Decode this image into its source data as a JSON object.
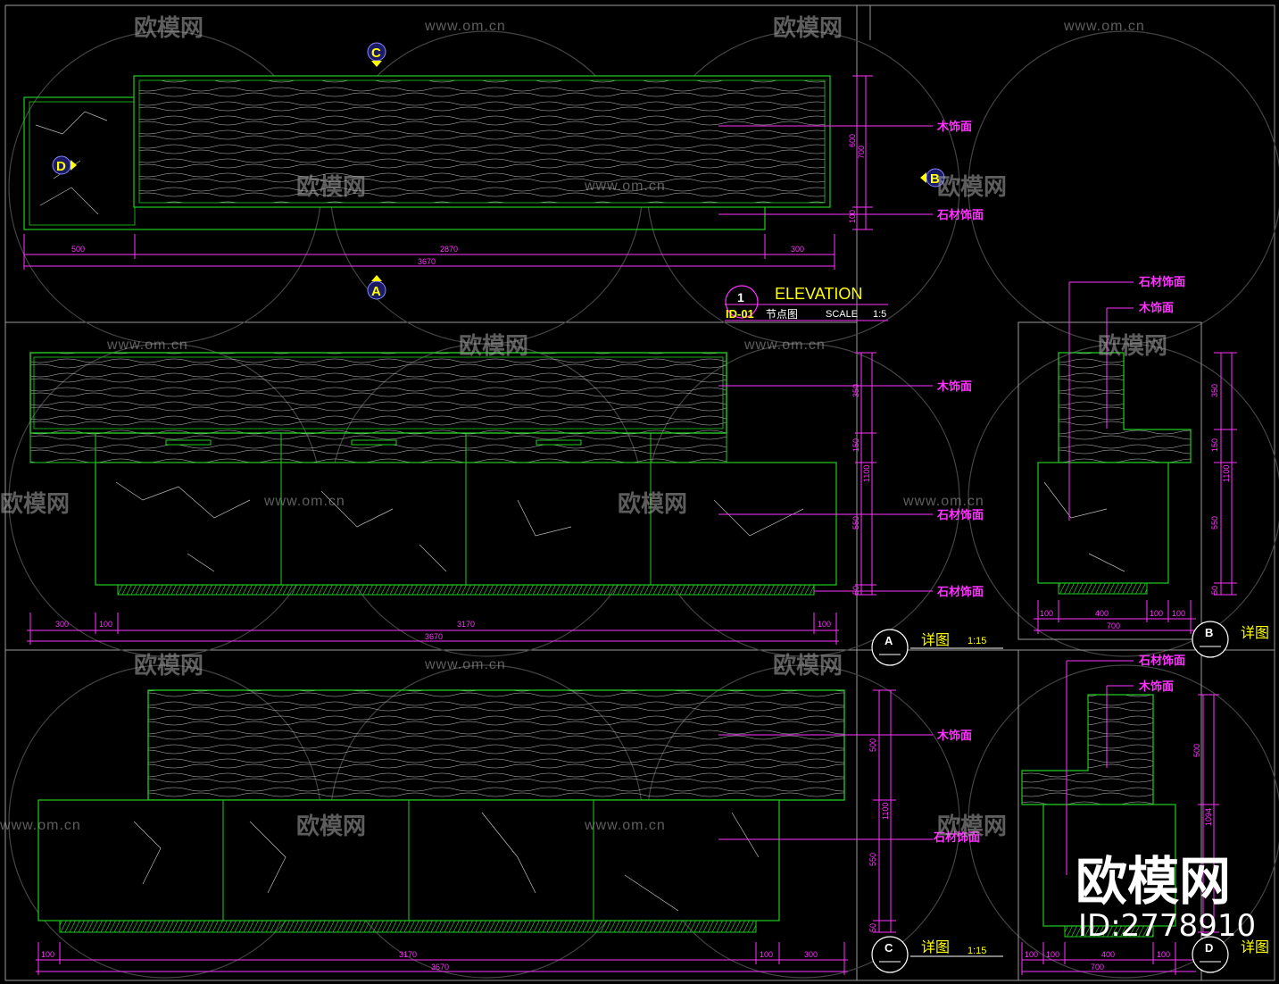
{
  "watermark": {
    "logo": "欧模网",
    "url": "www.om.cn",
    "id": "ID:2778910"
  },
  "labels": {
    "wood": "木饰面",
    "stone": "石材饰面"
  },
  "markers": {
    "a": "A",
    "b": "B",
    "c": "C",
    "d": "D"
  },
  "title_block": {
    "number": "1",
    "title": "ELEVATION",
    "sheet": "ID-01",
    "subtitle": "节点图",
    "scale_label": "SCALE",
    "scale_value": "1:5"
  },
  "detail_tags": {
    "a": {
      "letter": "A",
      "label": "详图",
      "scale": "1:15"
    },
    "b": {
      "letter": "B",
      "label": "详图"
    },
    "c": {
      "letter": "C",
      "label": "详图",
      "scale": "1:15"
    },
    "d": {
      "letter": "D",
      "label": "详图"
    }
  },
  "dims": {
    "top_500": "500",
    "top_2870": "2870",
    "top_300": "300",
    "top_3670": "3670",
    "top_600": "600",
    "top_700": "700",
    "top_100": "100",
    "a_300": "300",
    "a_100l": "100",
    "a_3170": "3170",
    "a_100r": "100",
    "a_3670": "3670",
    "a_350": "350",
    "a_150": "150",
    "a_1100": "1100",
    "a_550": "550",
    "a_50": "50",
    "b_100a": "100",
    "b_400": "400",
    "b_100b": "100",
    "b_100c": "100",
    "b_700": "700",
    "b_350": "350",
    "b_150": "150",
    "b_1100": "1100",
    "b_550": "550",
    "b_50": "50",
    "c_100": "100",
    "c_3170": "3170",
    "c_100r": "100",
    "c_300": "300",
    "c_3670": "3670",
    "c_500": "500",
    "c_1100": "1100",
    "c_550": "550",
    "c_50": "50",
    "d_100a": "100",
    "d_100b": "100",
    "d_400": "400",
    "d_100c": "100",
    "d_700": "700",
    "d_500": "500",
    "d_1094": "1094"
  },
  "colors": {
    "outline": "#22cc22",
    "dimension": "#ff33ff",
    "marker": "#ffff00",
    "frame": "#9a9a9a"
  }
}
